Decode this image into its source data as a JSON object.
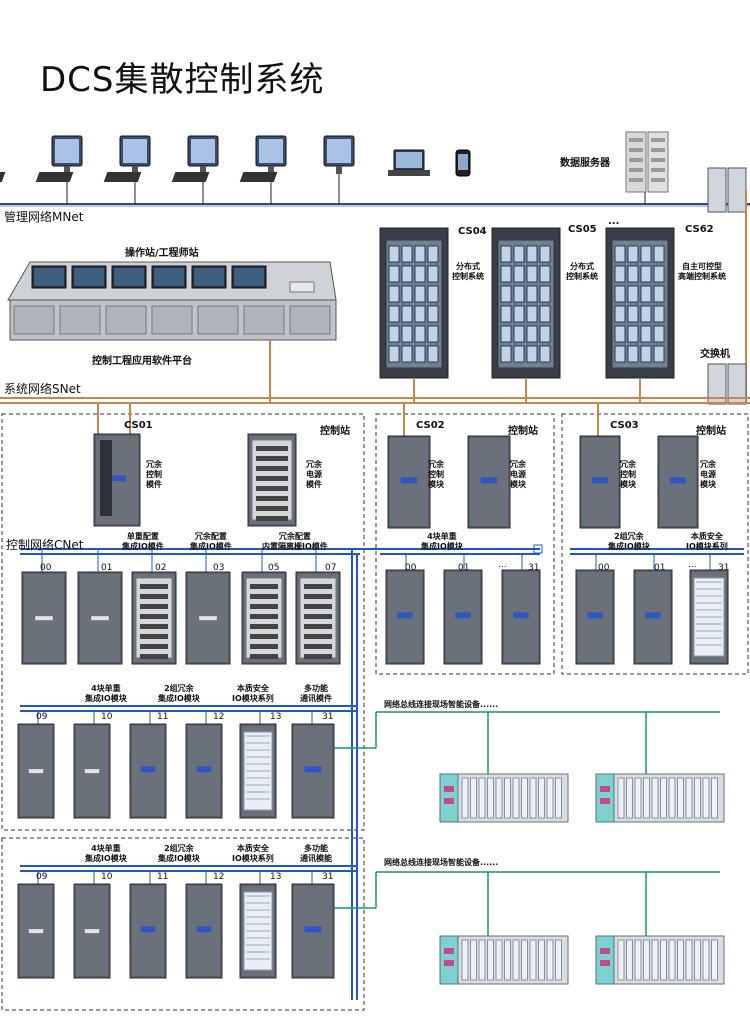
{
  "title": "DCS集散控制系统",
  "networks": {
    "mnet": "管理网络MNet",
    "snet": "系统网络SNet",
    "cnet": "控制网络CNet"
  },
  "devices": {
    "data_server": "数据服务器",
    "switch": "交换机",
    "operator_station": "操作站/工程师站",
    "software_platform": "控制工程应用软件平台"
  },
  "cabinets": [
    {
      "id": "CS04",
      "desc": "分布式\n控制系统"
    },
    {
      "id": "CS05",
      "desc": "分布式\n控制系统"
    },
    {
      "id": "CS62",
      "desc": "自主可控型\n高端控制系统"
    }
  ],
  "cabinet_ellipsis": "...",
  "stations": {
    "cs01": {
      "id": "CS01",
      "label": "控制站",
      "cpu": "冗余\n控制\n模件",
      "psu": "冗余\n电源\n模件",
      "io_labels": [
        "单重配置\n集成IO模件",
        "冗余配置\n集成IO模件",
        "冗余配置\n内置隔离栅IO模件"
      ],
      "row1_slots": [
        "00",
        "01",
        "02",
        "03",
        "05",
        "07"
      ],
      "row2_labels": [
        "4块单重\n集成IO模块",
        "2组冗余\n集成IO模块",
        "本质安全\nIO模块系列",
        "多功能\n通讯模件"
      ],
      "row2_slots": [
        "09",
        "10",
        "11",
        "12",
        "13",
        "31"
      ]
    },
    "cs02": {
      "id": "CS02",
      "label": "控制站",
      "cpu": "冗余\n控制\n模块",
      "psu": "冗余\n电源\n模块",
      "io_label": "4块单重\n集成IO模块",
      "slots": [
        "00",
        "01",
        "...",
        "31"
      ]
    },
    "cs03": {
      "id": "CS03",
      "label": "控制站",
      "cpu": "冗余\n控制\n模块",
      "psu": "冗余\n电源\n模块",
      "io_labels": [
        "2组冗余\n集成IO模块",
        "本质安全\nIO模块系列"
      ],
      "slots": [
        "00",
        "01",
        "...",
        "31"
      ]
    },
    "ext": {
      "labels": [
        "4块单重\n集成IO模块",
        "2组冗余\n集成IO模块",
        "本质安全\nIO模块系列",
        "多功能\n通讯模能"
      ],
      "slots": [
        "09",
        "10",
        "11",
        "12",
        "13",
        "31"
      ]
    }
  },
  "fieldbus": {
    "label1": "网络总线连接现场智能设备......",
    "label2": "网络总线连接现场智能设备......"
  },
  "colors": {
    "mnet": "#2b4b8c",
    "snet": "#c8864a",
    "cnet": "#1f57c8",
    "fieldbus": "#1a9a55",
    "dashed": "#333333"
  }
}
